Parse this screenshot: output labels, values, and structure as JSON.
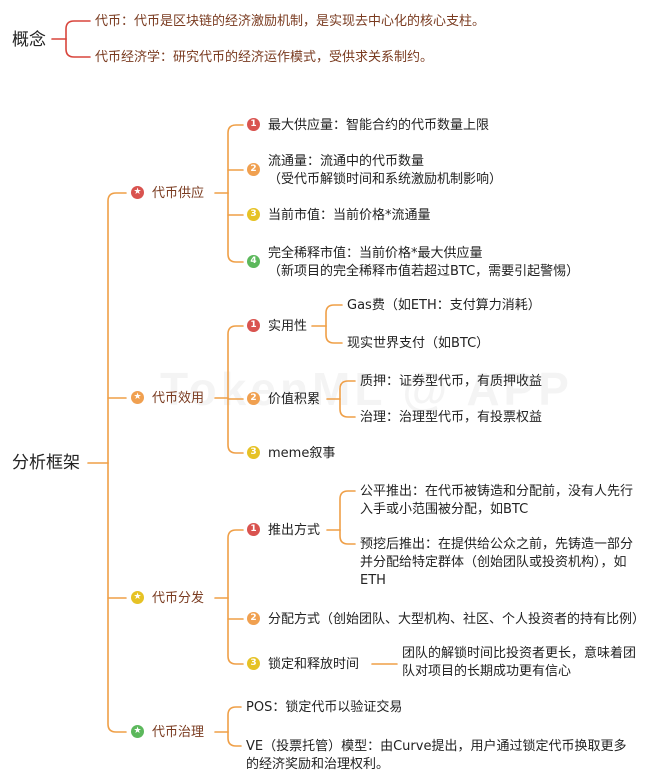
{
  "colors": {
    "line_orange": "#ef9f47",
    "line_red": "#d8453c",
    "badge_red": "#d9534f",
    "badge_orange": "#f0a050",
    "badge_yellow": "#e6c225",
    "badge_green": "#5cb85c",
    "text_brown": "#7a3b20"
  },
  "watermark": "TokenML @ APP",
  "concept": {
    "label": "概念",
    "items": [
      "代币：代币是区块链的经济激励机制，是实现去中心化的核心支柱。",
      "代币经济学：研究代币的经济运作模式，受供求关系制约。"
    ]
  },
  "root": {
    "label": "分析框架"
  },
  "branches": [
    {
      "label": "代币供应",
      "icon": "star-icon",
      "badge_color": "#d9534f",
      "children": [
        {
          "num": "1",
          "badge_color": "#d9534f",
          "lines": [
            "最大供应量：智能合约的代币数量上限"
          ]
        },
        {
          "num": "2",
          "badge_color": "#f0a050",
          "lines": [
            "流通量：流通中的代币数量",
            "（受代币解锁时间和系统激励机制影响）"
          ]
        },
        {
          "num": "3",
          "badge_color": "#e6c225",
          "lines": [
            "当前市值：当前价格*流通量"
          ]
        },
        {
          "num": "4",
          "badge_color": "#5cb85c",
          "lines": [
            "完全稀释市值：当前价格*最大供应量",
            "（新项目的完全稀释市值若超过BTC，需要引起警惕）"
          ]
        }
      ]
    },
    {
      "label": "代币效用",
      "icon": "star-icon",
      "badge_color": "#f0a050",
      "children": [
        {
          "num": "1",
          "badge_color": "#d9534f",
          "label": "实用性",
          "leaves": [
            [
              "Gas费（如ETH：支付算力消耗）"
            ],
            [
              "现实世界支付（如BTC）"
            ]
          ]
        },
        {
          "num": "2",
          "badge_color": "#f0a050",
          "label": "价值积累",
          "leaves": [
            [
              "质押：证券型代币，有质押收益"
            ],
            [
              "治理：治理型代币，有投票权益"
            ]
          ]
        },
        {
          "num": "3",
          "badge_color": "#e6c225",
          "label": "meme叙事"
        }
      ]
    },
    {
      "label": "代币分发",
      "icon": "star-icon",
      "badge_color": "#e6c225",
      "children": [
        {
          "num": "1",
          "badge_color": "#d9534f",
          "label": "推出方式",
          "leaves": [
            [
              "公平推出：在代币被铸造和分配前，没有人先行",
              "入手或小范围被分配，如BTC"
            ],
            [
              "预挖后推出：在提供给公众之前，先铸造一部分",
              "并分配给特定群体（创始团队或投资机构），如",
              "ETH"
            ]
          ]
        },
        {
          "num": "2",
          "badge_color": "#f0a050",
          "label": "分配方式（创始团队、大型机构、社区、个人投资者的持有比例）"
        },
        {
          "num": "3",
          "badge_color": "#e6c225",
          "label": "锁定和释放时间",
          "leaves": [
            [
              "团队的解锁时间比投资者更长，意味着团",
              "队对项目的长期成功更有信心"
            ]
          ]
        }
      ]
    },
    {
      "label": "代币治理",
      "icon": "star-icon",
      "badge_color": "#5cb85c",
      "children": [
        {
          "lines": [
            "POS：锁定代币以验证交易"
          ]
        },
        {
          "lines": [
            "VE（投票托管）模型：由Curve提出，用户通过锁定代币换取更多",
            "的经济奖励和治理权利。"
          ]
        }
      ]
    }
  ]
}
